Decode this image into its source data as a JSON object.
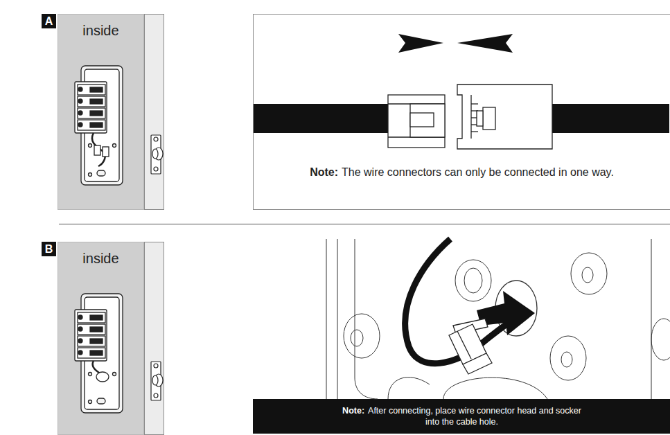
{
  "diagram": {
    "nodes": [
      {
        "text": [
          "A"
        ]
      },
      {
        "text": [
          "inside"
        ]
      },
      {
        "text": [
          "Note:",
          "The wire connectors can only be connected in one way."
        ]
      },
      {
        "text": [
          "B"
        ]
      },
      {
        "text": [
          "inside"
        ]
      },
      {
        "text": [
          "Note:",
          "After connecting, place wire connector head and socker into the cable hole."
        ]
      }
    ]
  }
}
